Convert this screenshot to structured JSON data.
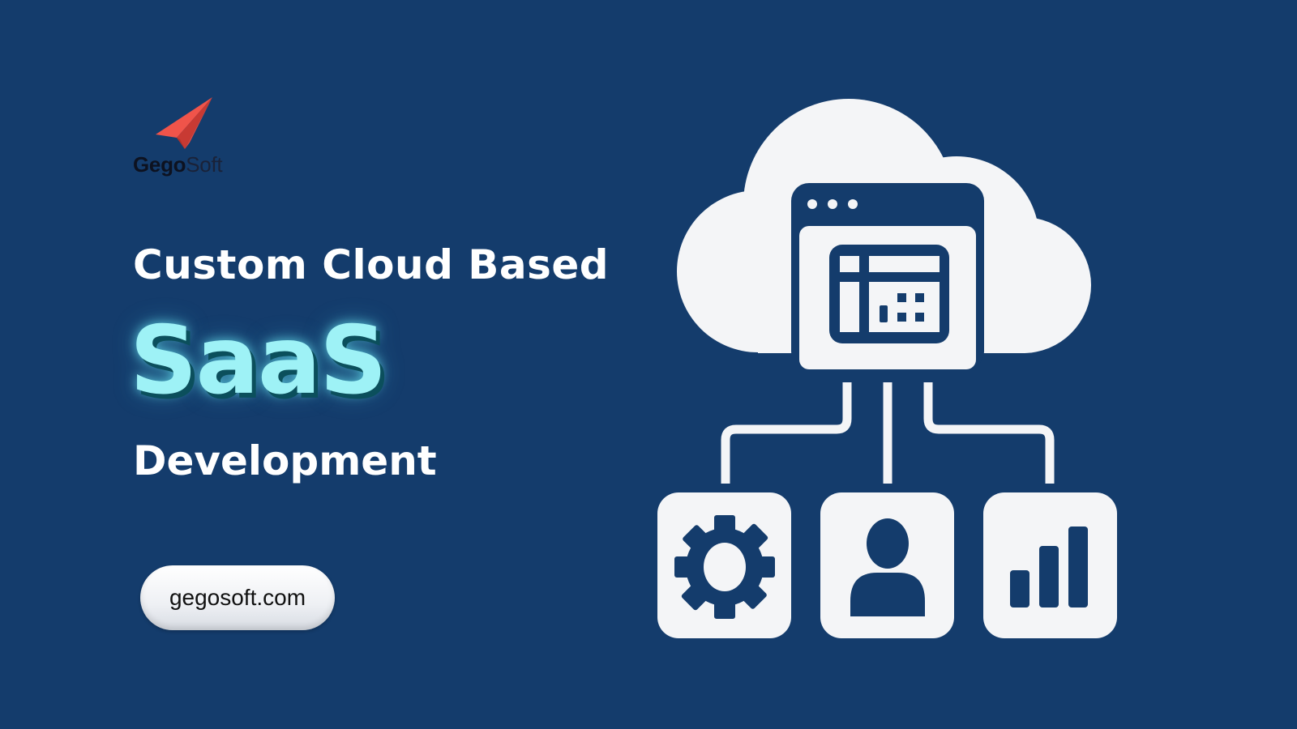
{
  "brand": {
    "logo_icon": "paper-plane-icon",
    "name_bold": "Gego",
    "name_light": "Soft",
    "accent_color": "#f0544a"
  },
  "hero": {
    "headline": "Custom Cloud Based",
    "highlight": "SaaS",
    "subheadline": "Development",
    "highlight_color": "#9ef2f6"
  },
  "cta": {
    "url_label": "gegosoft.com"
  },
  "illustration": {
    "main_icon": "cloud-browser-dashboard-icon",
    "children": [
      {
        "icon": "gear-icon"
      },
      {
        "icon": "user-icon"
      },
      {
        "icon": "bar-chart-icon"
      }
    ]
  },
  "colors": {
    "background": "#143c6c",
    "foreground": "#f4f5f7"
  }
}
